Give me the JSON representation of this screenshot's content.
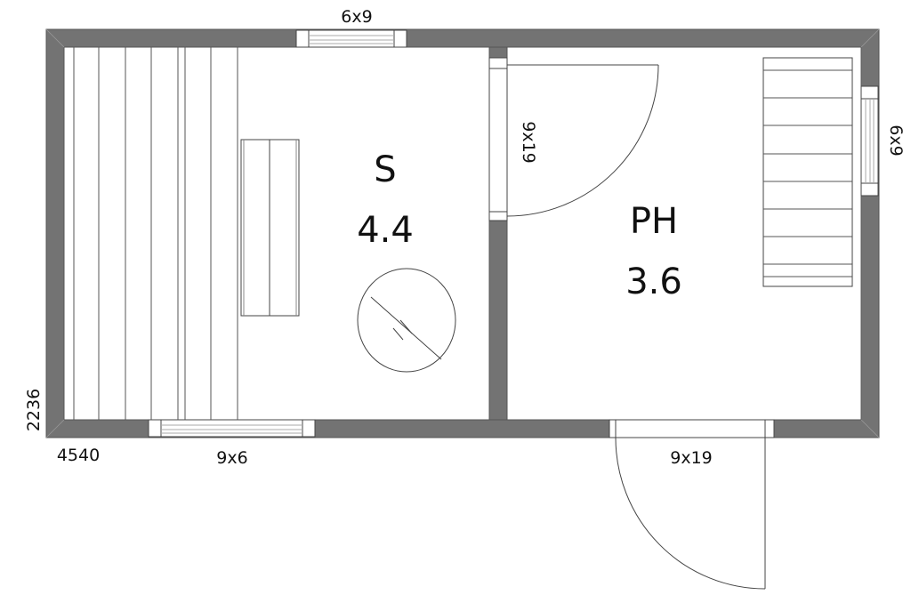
{
  "plan": {
    "overall_width": "4540",
    "overall_depth": "2236",
    "rooms": [
      {
        "name": "S",
        "area": "4.4"
      },
      {
        "name": "PH",
        "area": "3.6"
      }
    ],
    "openings": {
      "top_window": "6x9",
      "right_window": "6x9",
      "bottom_window": "9x6",
      "inner_door": "9x19",
      "entry_door": "9x19"
    },
    "colors": {
      "wall": "#737373",
      "line": "#444444"
    }
  }
}
